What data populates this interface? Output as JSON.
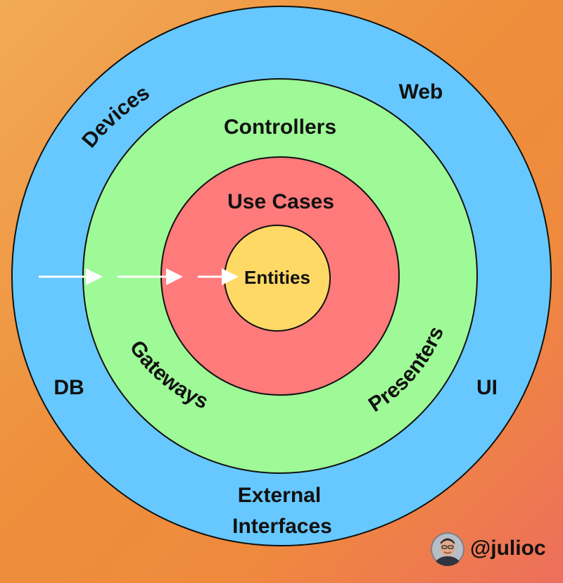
{
  "diagram": {
    "layers": {
      "outer": {
        "labels": {
          "top_left": "Devices",
          "top_right": "Web",
          "left": "DB",
          "right": "UI",
          "bottom_line1": "External",
          "bottom_line2": "Interfaces"
        },
        "color": "#66c8ff"
      },
      "adapters": {
        "labels": {
          "top": "Controllers",
          "bottom_left": "Gateways",
          "bottom_right": "Presenters"
        },
        "color": "#9dfa96"
      },
      "use_cases": {
        "labels": {
          "top": "Use Cases"
        },
        "color": "#ff7a7a"
      },
      "core": {
        "labels": {
          "center": "Entities"
        },
        "color": "#ffd966"
      }
    },
    "arrow_color": "#ffffff",
    "arrow_glow_color": "#ff2a2a"
  },
  "author": {
    "handle": "@julioc",
    "avatar_icon": "user-avatar-icon"
  }
}
